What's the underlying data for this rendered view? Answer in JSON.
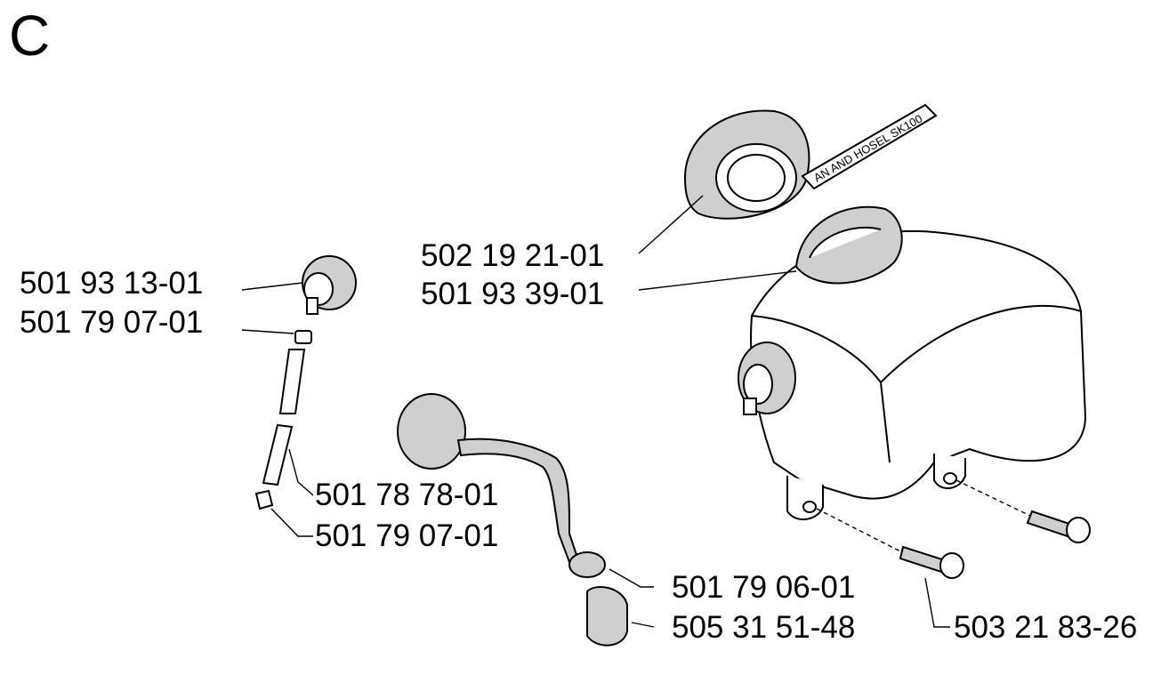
{
  "section": "C",
  "decal_text": "AN AND HOSEL SK100",
  "labels": [
    {
      "id": "l1",
      "text": "502 19 21-01"
    },
    {
      "id": "l2",
      "text": "501 93 39-01"
    },
    {
      "id": "l3",
      "text": "501 93 13-01"
    },
    {
      "id": "l4",
      "text": "501 79 07-01"
    },
    {
      "id": "l5",
      "text": "501 78 78-01"
    },
    {
      "id": "l6",
      "text": "501 79 07-01"
    },
    {
      "id": "l7",
      "text": "501 79 06-01"
    },
    {
      "id": "l8",
      "text": "505 31 51-48"
    },
    {
      "id": "l9",
      "text": "503 21 83-26"
    }
  ]
}
